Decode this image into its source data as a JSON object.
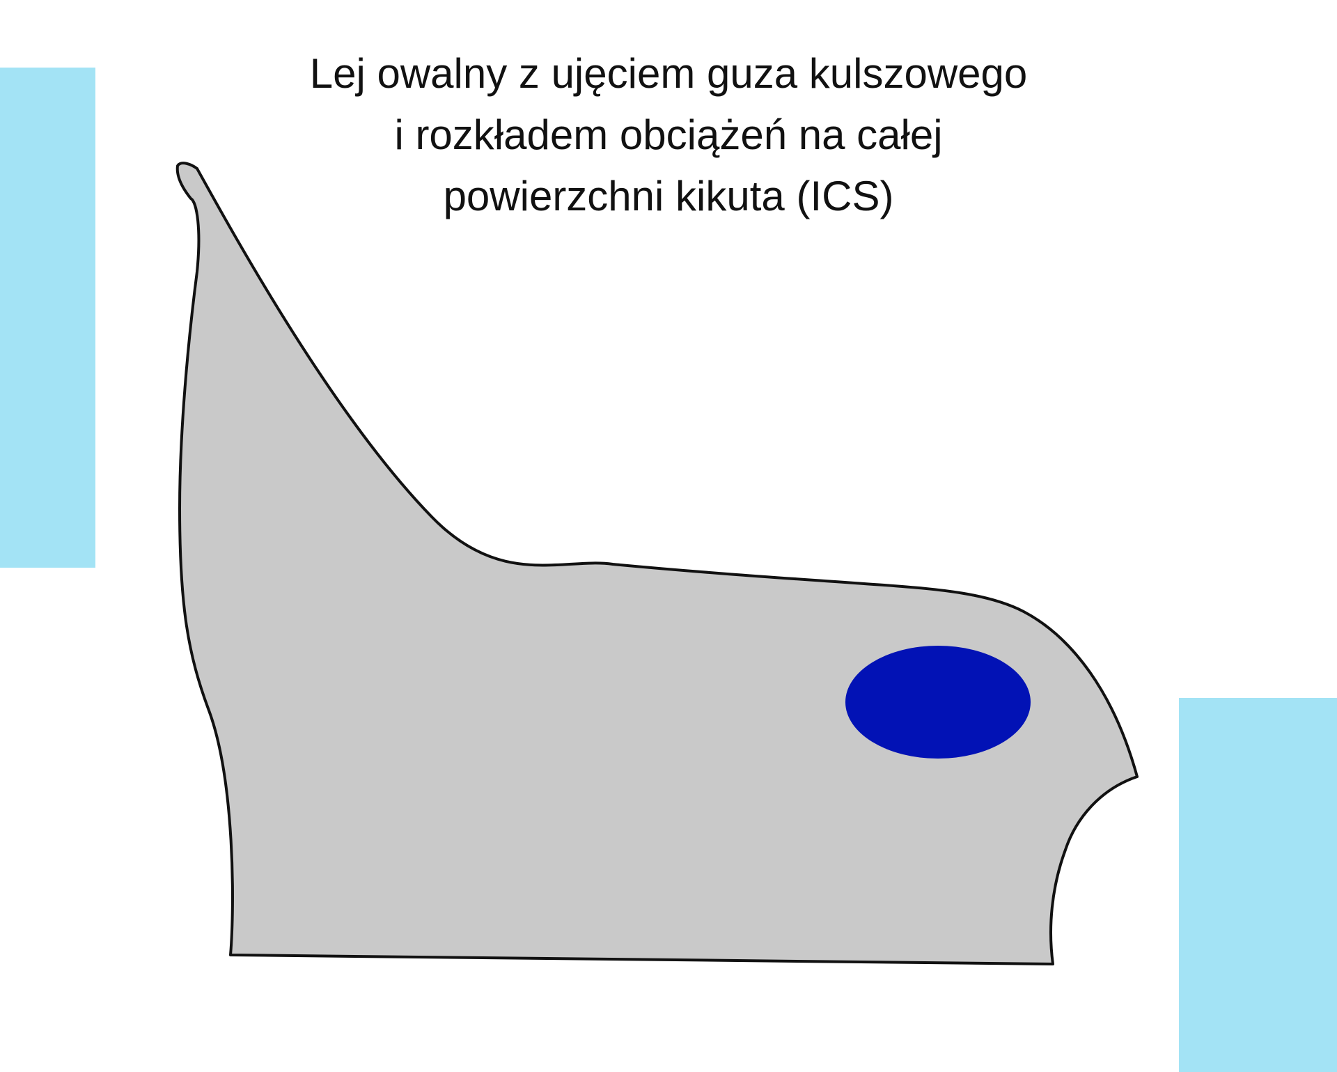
{
  "title": {
    "line1": "Lej owalny z ujęciem guza kulszowego",
    "line2": "i rozkładem obciążeń na całej",
    "line3": "powierzchni kikuta (ICS)"
  },
  "colors": {
    "accent": "#a3e3f5",
    "socket_fill": "#c9c9c9",
    "socket_outline": "#111111",
    "ischial_marker": "#0212b5",
    "title_text": "#111111"
  }
}
